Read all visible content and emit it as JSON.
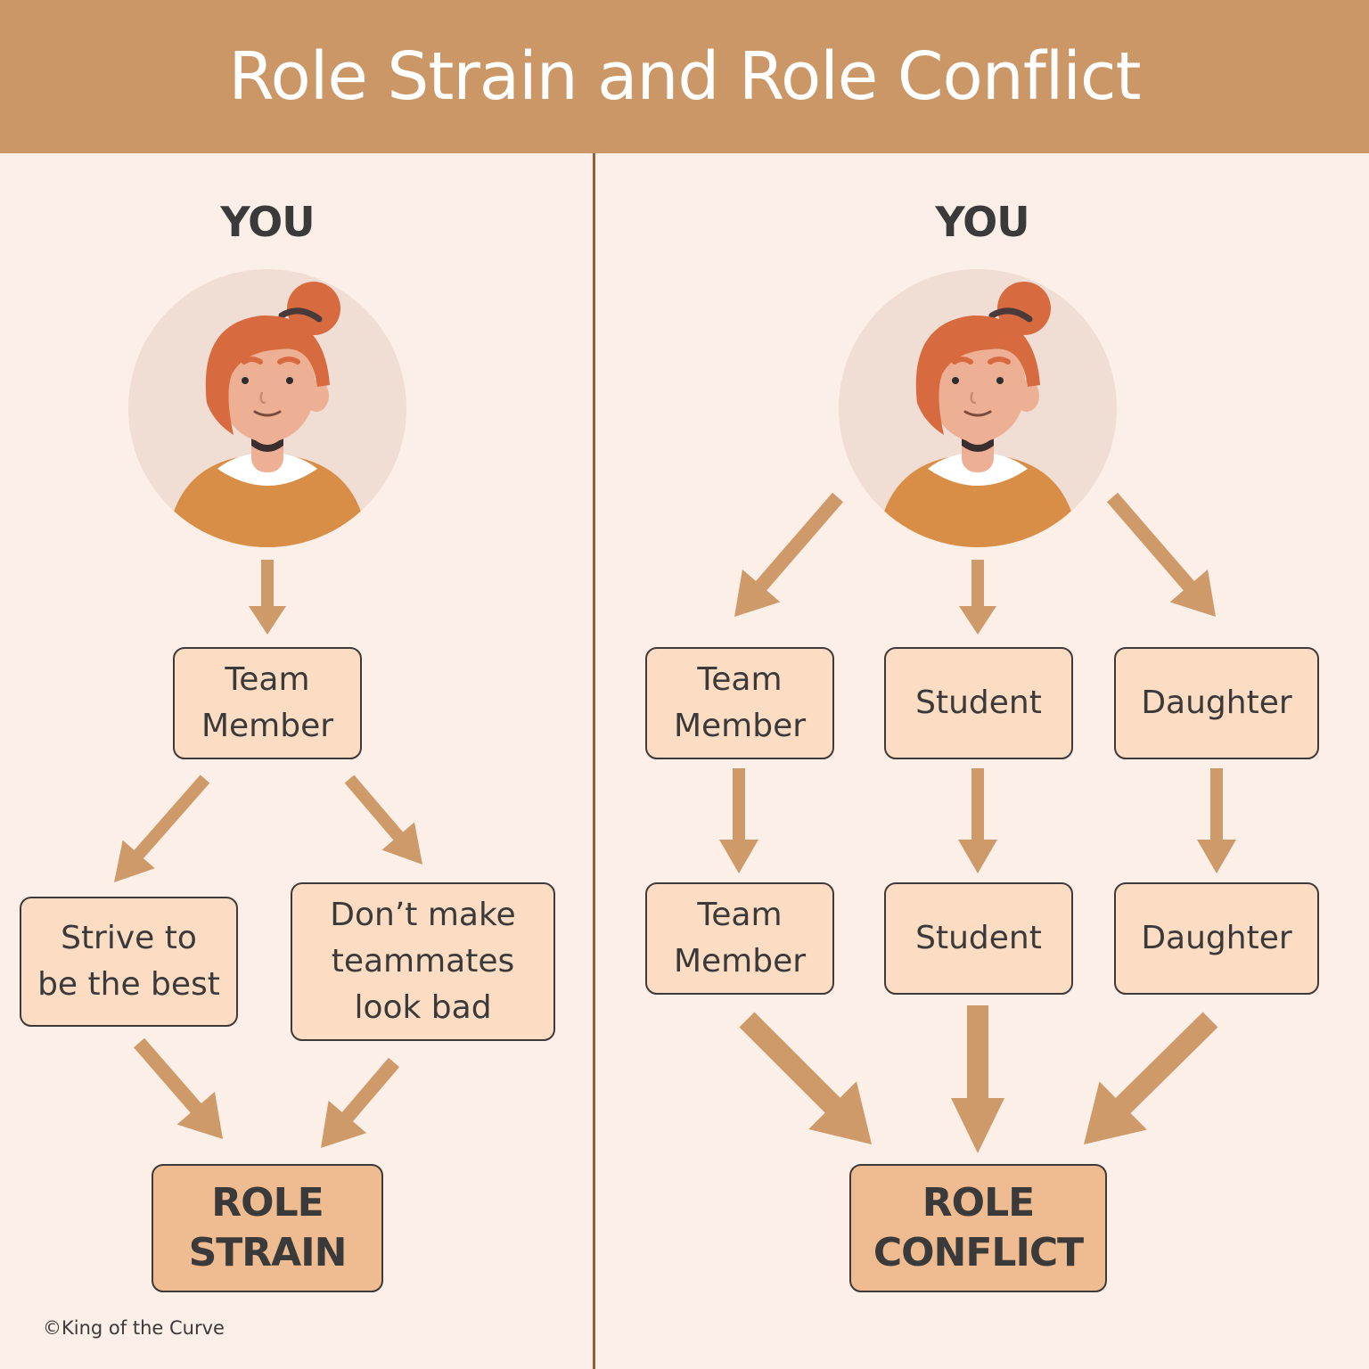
{
  "title": "Role Strain and Role Conflict",
  "colors": {
    "header": "#cc9767",
    "background": "#fcefe7",
    "box_fill": "#fcdcc3",
    "result_fill": "#efbb90",
    "arrow": "#cf9a6a",
    "divider": "#9a5a35"
  },
  "left": {
    "you_label": "YOU",
    "avatar_icon": "woman-avatar-icon",
    "role": "Team\nMember",
    "expectations": [
      "Strive to\nbe the best",
      "Don’t make\nteammates\nlook bad"
    ],
    "result": "ROLE\nSTRAIN"
  },
  "right": {
    "you_label": "YOU",
    "avatar_icon": "woman-avatar-icon",
    "roles": [
      "Team\nMember",
      "Student",
      "Daughter"
    ],
    "expectations": [
      "Team\nMember",
      "Student",
      "Daughter"
    ],
    "result": "ROLE\nCONFLICT"
  },
  "copyright": "©King of the Curve"
}
